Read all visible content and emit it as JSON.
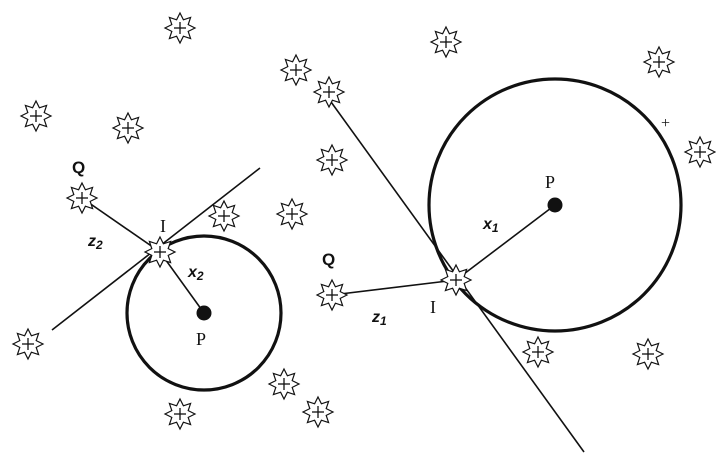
{
  "labels": {
    "left_q": "Q",
    "left_i": "I",
    "left_p": "P",
    "left_z": "z",
    "left_z_sub": "2",
    "left_x": "x",
    "left_x_sub": "2",
    "right_q": "Q",
    "right_i": "I",
    "right_p": "P",
    "right_z": "z",
    "right_z_sub": "1",
    "right_x": "x",
    "right_x_sub": "1",
    "plus_mark": "+"
  },
  "colors": {
    "ink": "#111111",
    "background": "#ffffff",
    "star_fill": "#ffffff"
  },
  "icons": {
    "sample_point": "starburst-plus-icon",
    "center_point": "filled-dot-icon"
  }
}
